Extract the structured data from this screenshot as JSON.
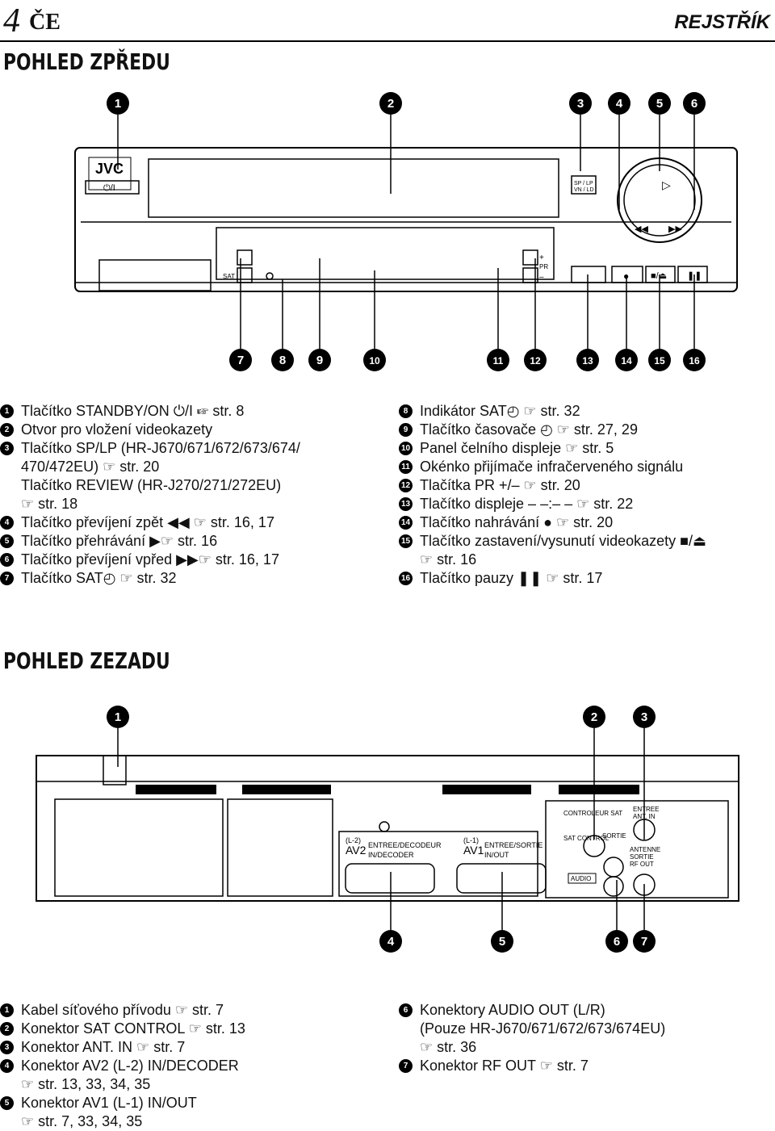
{
  "header": {
    "page_number": "4",
    "language": "ČE",
    "title": "REJSTŘÍK"
  },
  "front": {
    "section_title": "POHLED ZPŘEDU",
    "panel_labels": {
      "brand": "JVC",
      "power": "⏻/I",
      "sp_lp": "SP / LP",
      "vn_ld": "VN / LD",
      "sat": "SAT",
      "plus": "+",
      "pr": "PR",
      "minus": "–"
    },
    "callouts_top": [
      "1",
      "2",
      "3",
      "4",
      "5",
      "6"
    ],
    "callouts_bottom": [
      "7",
      "8",
      "9",
      "10",
      "11",
      "12",
      "13",
      "14",
      "15",
      "16"
    ],
    "items_left": [
      {
        "num": "1",
        "lines": [
          "Tlačítko STANDBY/ON ⏻/I ☞ str. 8"
        ]
      },
      {
        "num": "2",
        "lines": [
          "Otvor pro vložení videokazety"
        ]
      },
      {
        "num": "3",
        "lines": [
          "Tlačítko SP/LP (HR-J670/671/672/673/674/",
          "470/472EU) ☞ str. 20",
          "Tlačítko REVIEW (HR-J270/271/272EU)",
          "☞ str. 18"
        ]
      },
      {
        "num": "4",
        "lines": [
          "Tlačítko převíjení zpět ◀◀ ☞ str. 16, 17"
        ]
      },
      {
        "num": "5",
        "lines": [
          "Tlačítko přehrávání ▶☞ str. 16"
        ]
      },
      {
        "num": "6",
        "lines": [
          "Tlačítko převíjení vpřed ▶▶☞ str. 16, 17"
        ]
      },
      {
        "num": "7",
        "lines": [
          "Tlačítko SAT◴ ☞ str. 32"
        ]
      }
    ],
    "items_right": [
      {
        "num": "8",
        "lines": [
          "Indikátor SAT◴ ☞ str. 32"
        ]
      },
      {
        "num": "9",
        "lines": [
          "Tlačítko časovače ◴ ☞ str. 27, 29"
        ]
      },
      {
        "num": "10",
        "lines": [
          "Panel čelního displeje ☞ str. 5"
        ]
      },
      {
        "num": "11",
        "lines": [
          "Okénko přijímače infračerveného signálu"
        ]
      },
      {
        "num": "12",
        "lines": [
          "Tlačítka PR +/– ☞ str. 20"
        ]
      },
      {
        "num": "13",
        "lines": [
          "Tlačítko displeje – –:– – ☞ str. 22"
        ]
      },
      {
        "num": "14",
        "lines": [
          "Tlačítko nahrávání ● ☞ str. 20"
        ]
      },
      {
        "num": "15",
        "lines": [
          "Tlačítko zastavení/vysunutí videokazety ■/⏏",
          "☞ str. 16"
        ]
      },
      {
        "num": "16",
        "lines": [
          "Tlačítko pauzy ❚❚ ☞ str. 17"
        ]
      }
    ]
  },
  "rear": {
    "section_title": "POHLED ZEZADU",
    "panel_labels": {
      "av2_tag": "(L-2)",
      "av2": "AV2",
      "av2_fr": "ENTREE/DECODEUR",
      "av2_en": "IN/DECODER",
      "av1_tag": "(L-1)",
      "av1": "AV1",
      "av1_fr": "ENTREE/SORTIE",
      "av1_en": "IN/OUT",
      "control_fr": "CONTROLEUR SAT",
      "control_en": "SAT CONTROL",
      "sortie": "SORTIE",
      "audio": "AUDIO",
      "entree": "ENTREE",
      "ant_in": "ANT. IN",
      "antenne": "ANTENNE",
      "sortie2": "SORTIE",
      "rf_out": "RF OUT"
    },
    "callouts_top": [
      "1",
      "2",
      "3"
    ],
    "callouts_bottom": [
      "4",
      "5",
      "6",
      "7"
    ],
    "items_left": [
      {
        "num": "1",
        "lines": [
          "Kabel síťového přívodu ☞ str. 7"
        ]
      },
      {
        "num": "2",
        "lines": [
          "Konektor SAT CONTROL ☞ str. 13"
        ]
      },
      {
        "num": "3",
        "lines": [
          "Konektor ANT. IN ☞ str. 7"
        ]
      },
      {
        "num": "4",
        "lines": [
          "Konektor AV2 (L-2) IN/DECODER",
          "☞ str. 13, 33, 34, 35"
        ]
      },
      {
        "num": "5",
        "lines": [
          "Konektor AV1 (L-1) IN/OUT",
          "☞ str. 7, 33, 34, 35"
        ]
      }
    ],
    "items_right": [
      {
        "num": "6",
        "lines": [
          "Konektory AUDIO OUT (L/R)",
          "(Pouze HR-J670/671/672/673/674EU)",
          "☞ str. 36"
        ]
      },
      {
        "num": "7",
        "lines": [
          "Konektor RF OUT ☞ str. 7"
        ]
      }
    ]
  }
}
